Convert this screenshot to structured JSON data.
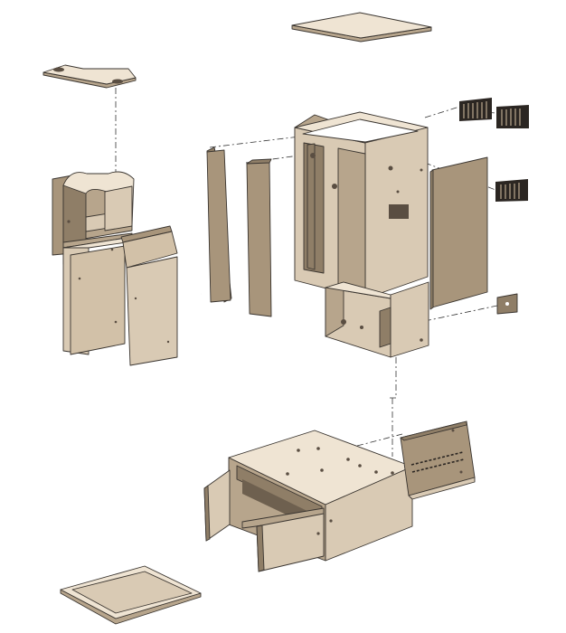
{
  "diagram": {
    "kind": "exploded-assembly-view",
    "colors": {
      "background": "#ffffff",
      "sheet_light": "#efe4d3",
      "sheet_mid": "#d9cab4",
      "sheet_dark": "#b7a58c",
      "outline": "#3a3530",
      "vent": "#2b2622"
    },
    "parts": [
      "top-cover-panel",
      "left-column-top-bracket",
      "left-column-assembly",
      "left-column-door-panel",
      "side-panel-left-a",
      "side-panel-left-b",
      "upper-frame-cabinet",
      "lower-box-cabinet",
      "right-side-panel",
      "vent-grille-1",
      "vent-grille-2",
      "vent-grille-3",
      "small-plate",
      "base-cabinet",
      "base-left-door",
      "base-front-door",
      "base-right-rail-panel",
      "bottom-tray"
    ]
  }
}
